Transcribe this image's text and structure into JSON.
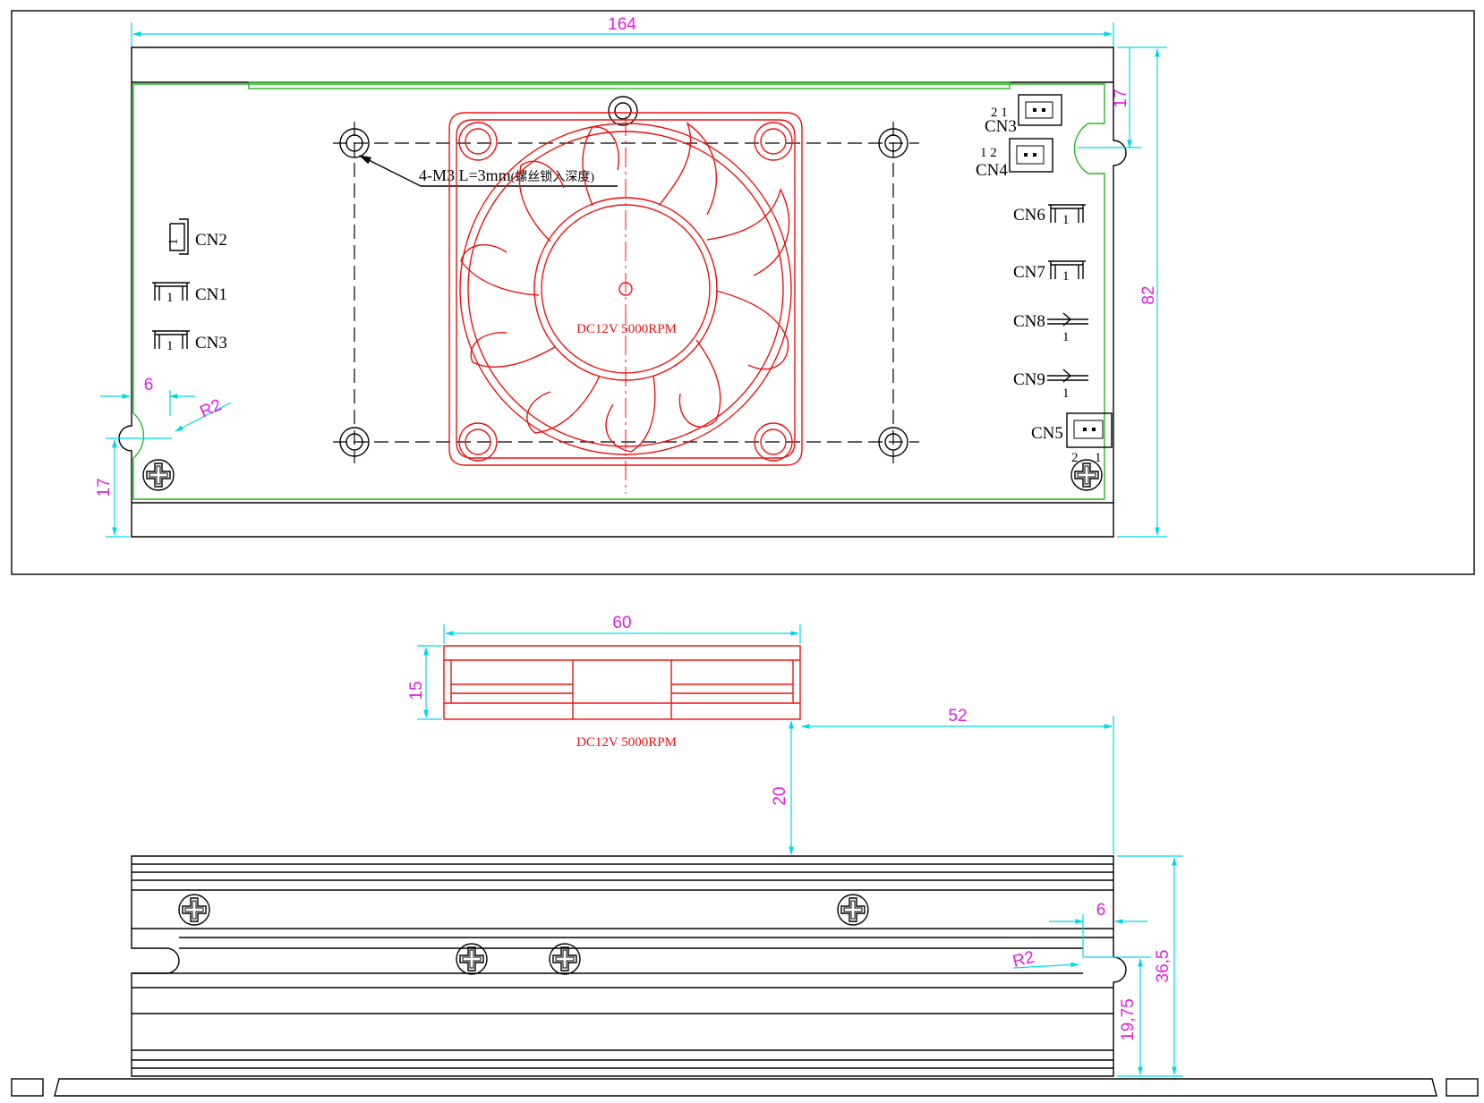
{
  "dimensions": {
    "width_164": "164",
    "height_82": "82",
    "right_notch_17": "17",
    "left_17": "17",
    "left_6": "6",
    "left_r2": "R2",
    "fan_60": "60",
    "fan_15": "15",
    "offset_52": "52",
    "gap_20": "20",
    "side_6": "6",
    "side_r2": "R2",
    "side_36_5": "36,5",
    "side_19_75": "19,75"
  },
  "fan": {
    "spec_top": "DC12V 5000RPM",
    "spec_side": "DC12V 5000RPM"
  },
  "notes": {
    "mount_screws": "4-M3 L=3mm",
    "mount_screws_cn": "(螺丝锁入深度)"
  },
  "connectors": {
    "cn1": "CN1",
    "cn2": "CN2",
    "cn3_left": "CN3",
    "cn3_right": "CN3",
    "cn4": "CN4",
    "cn5": "CN5",
    "cn6": "CN6",
    "cn7": "CN7",
    "cn8": "CN8",
    "cn9": "CN9"
  },
  "pins": {
    "cn3_pins": "2 1",
    "cn4_pins": "1 2",
    "cn5_pin2": "2",
    "cn5_pin1": "1",
    "pin1": "1"
  },
  "colors": {
    "outline": "#000000",
    "pcb": "#22bb22",
    "fan": "#ee1111",
    "dim_line": "#00d8e8",
    "dim_text": "#e020e0"
  }
}
